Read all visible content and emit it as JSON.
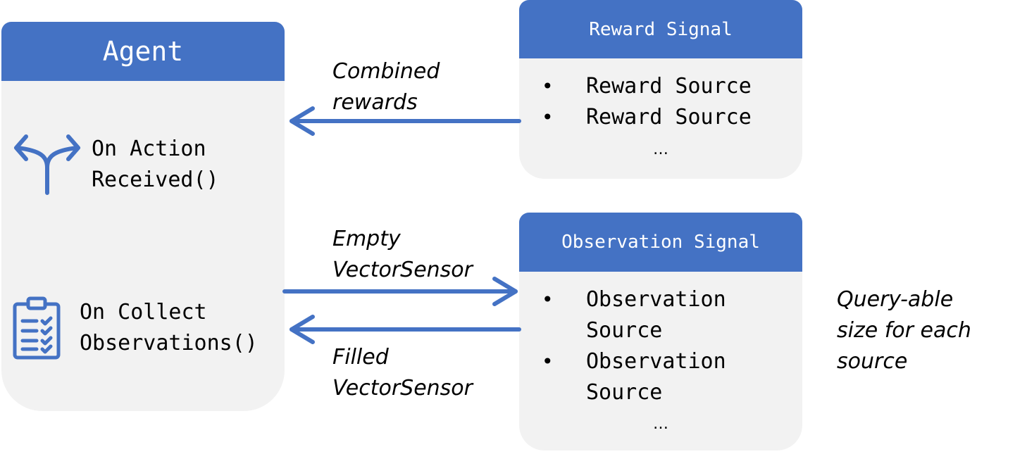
{
  "agent": {
    "title": "Agent",
    "action_method": "On Action\nReceived()",
    "observation_method": "On Collect\nObservations()"
  },
  "reward_signal": {
    "title": "Reward Signal",
    "items": [
      "Reward Source",
      "Reward Source"
    ],
    "ellipsis": "…"
  },
  "observation_signal": {
    "title": "Observation Signal",
    "items": [
      "Observation\nSource",
      "Observation\nSource"
    ],
    "ellipsis": "…"
  },
  "labels": {
    "combined_rewards": "Combined\nrewards",
    "empty_vector_sensor": "Empty\nVectorSensor",
    "filled_vector_sensor": "Filled\nVectorSensor",
    "query_note": "Query-able\nsize for each\nsource"
  },
  "bullet_glyph": "•",
  "colors": {
    "accent": "#4472c4",
    "panel": "#f2f2f2"
  },
  "icons": {
    "action": "split-arrow-icon",
    "observation": "clipboard-checklist-icon"
  }
}
